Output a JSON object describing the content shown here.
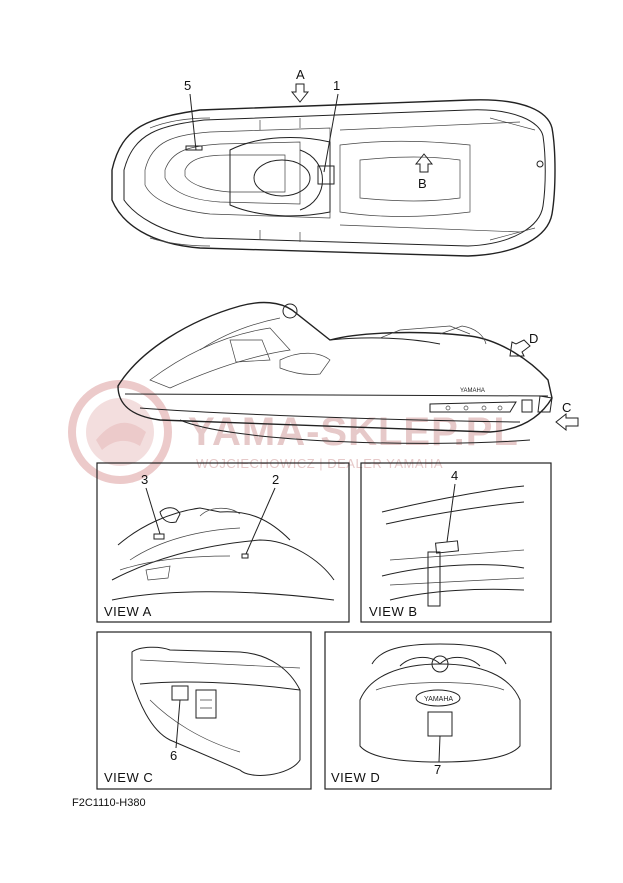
{
  "diagram": {
    "callouts": {
      "c1": "1",
      "c2": "2",
      "c3": "3",
      "c4": "4",
      "c5": "5",
      "c6": "6",
      "c7": "7"
    },
    "arrows": {
      "a": "A",
      "b": "B",
      "c": "C",
      "d": "D"
    },
    "views": {
      "a": "VIEW A",
      "b": "VIEW B",
      "c": "VIEW C",
      "d": "VIEW D"
    },
    "brand_on_hull": "YAMAHA",
    "part_code": "F2C1110-H380"
  },
  "watermark": {
    "title": "YAMA-SKLEP.PL",
    "subtitle": "WOJCIECHOWICZ | DEALER YAMAHA",
    "color": "#e6c9c9"
  }
}
